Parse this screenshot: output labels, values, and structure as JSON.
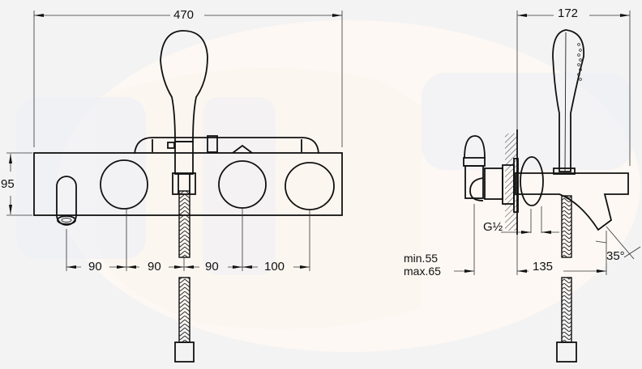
{
  "drawing": {
    "title": "Wall-mounted bath/shower thermostatic mixer technical drawing",
    "views": [
      "front-view",
      "side-view"
    ],
    "background": "#f4f3f4",
    "line_color": "#111111"
  },
  "front_view": {
    "overall_width": "470",
    "body_height": "95",
    "spacings": [
      "90",
      "90",
      "90",
      "100"
    ]
  },
  "side_view": {
    "overall_depth": "172",
    "thread": "G½",
    "wall_distance_min": "min.55",
    "wall_distance_max": "max.65",
    "spout_projection": "135",
    "spout_angle": "35°"
  }
}
